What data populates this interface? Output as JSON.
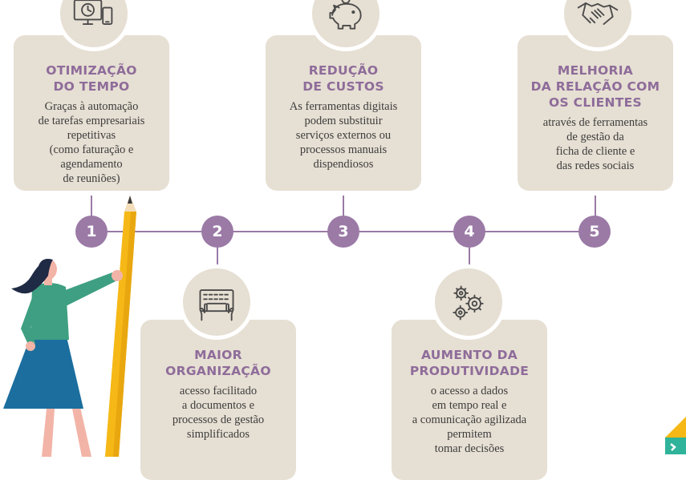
{
  "colors": {
    "card": "#e6dfd3",
    "accent": "#9b7aa6",
    "title": "#8e6c9a",
    "text": "#3d3d3d"
  },
  "steps": [
    {
      "number": "1",
      "title": "OTIMIZAÇÃO\nDO TEMPO",
      "text": "Graças à automação\nde tarefas empresariais\nrepetitivas\n(como faturação e\nagendamento\nde reuniões)",
      "icon": "computer-phone-clock-icon"
    },
    {
      "number": "2",
      "title": "MAIOR\nORGANIZAÇÃO",
      "text": "acesso facilitado\na documentos e\nprocessos de gestão\nsimplificados",
      "icon": "hands-keyboard-icon"
    },
    {
      "number": "3",
      "title": "REDUÇÃO\nDE CUSTOS",
      "text": "As ferramentas digitais\npodem substituir\nserviços externos ou\nprocessos manuais\ndispendiosos",
      "icon": "piggy-bank-icon"
    },
    {
      "number": "4",
      "title": "AUMENTO DA\nPRODUTIVIDADE",
      "text": "o acesso a dados\nem tempo real e\na comunicação agilizada\npermitem\ntomar decisões",
      "icon": "gears-icon"
    },
    {
      "number": "5",
      "title": "MELHORIA\nDA RELAÇÃO COM\nOS CLIENTES",
      "text": "através de ferramentas\nde gestão da\nficha de cliente e\ndas redes sociais",
      "icon": "handshake-icon"
    }
  ]
}
